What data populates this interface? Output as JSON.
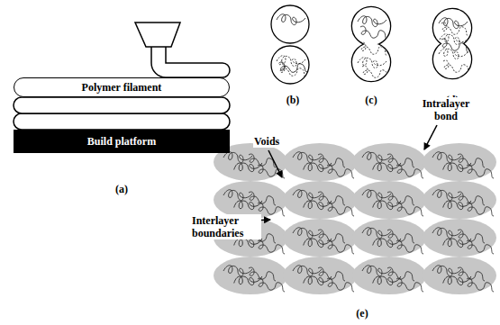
{
  "diagram": {
    "nodes": [
      {
        "text": [
          "Polymer filament"
        ]
      },
      {
        "text": [
          "Build platform"
        ]
      }
    ],
    "labels": [
      "(b)",
      "(c)",
      "(d)",
      "Intralayer bond",
      "Voids",
      "(a)",
      "Interlayer boundaries",
      "(e)"
    ]
  }
}
